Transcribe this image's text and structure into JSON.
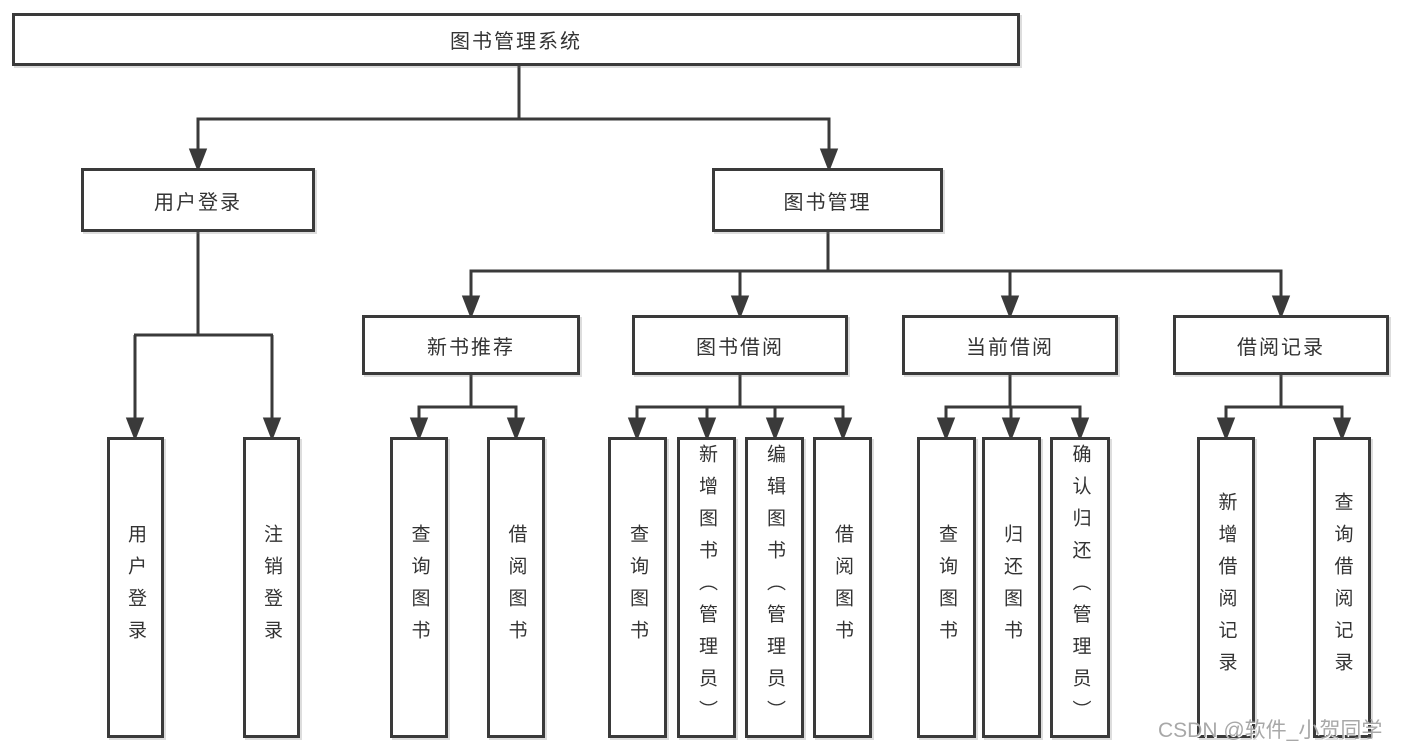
{
  "diagram": {
    "title": "图书管理系统",
    "branches": [
      {
        "label": "用户登录",
        "leaves": [
          "用户登录",
          "注销登录"
        ]
      },
      {
        "label": "图书管理",
        "sections": [
          {
            "label": "新书推荐",
            "leaves": [
              "查询图书",
              "借阅图书"
            ]
          },
          {
            "label": "图书借阅",
            "leaves": [
              "查询图书",
              "新增图书（管理员）",
              "编辑图书（管理员）",
              "借阅图书"
            ]
          },
          {
            "label": "当前借阅",
            "leaves": [
              "查询图书",
              "归还图书",
              "确认归还（管理员）"
            ]
          },
          {
            "label": "借阅记录",
            "leaves": [
              "新增借阅记录",
              "查询借阅记录"
            ]
          }
        ]
      }
    ]
  },
  "watermark": "CSDN @软件_小贺同学",
  "colors": {
    "line": "#3a3a3a",
    "text": "#333333",
    "background": "#ffffff",
    "watermark": "#a8a8a8"
  }
}
